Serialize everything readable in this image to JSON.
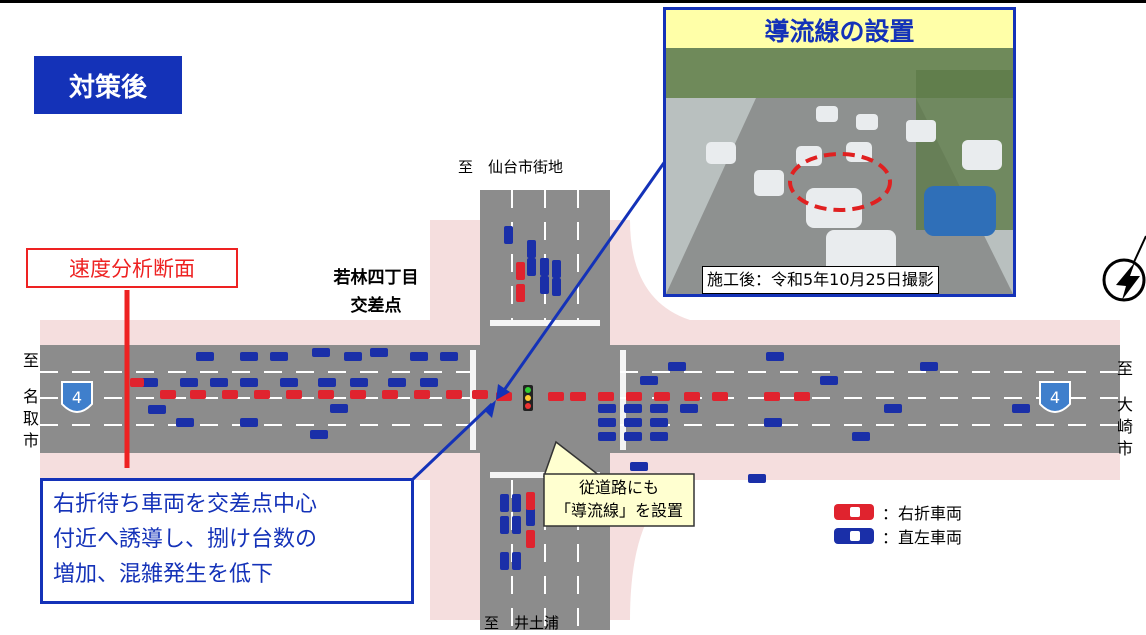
{
  "badge": "対策後",
  "directions": {
    "north": "至　仙台市街地",
    "south": "至　井土浦",
    "west": [
      "至",
      "名",
      "取",
      "市"
    ],
    "east": [
      "至",
      "大",
      "崎",
      "市"
    ]
  },
  "speed_section_label": "速度分析断面",
  "intersection": {
    "line1": "若林四丁目",
    "line2": "交差点"
  },
  "route_number": "4",
  "photo": {
    "title": "導流線の設置",
    "caption": "施工後：令和5年10月25日撮影"
  },
  "note": {
    "line1": "右折待ち車両を交差点中心",
    "line2": "付近へ誘導し、捌け台数の",
    "line3": "増加、混雑発生を低下"
  },
  "callout": {
    "line1": "従道路にも",
    "line2": "「導流線」を設置"
  },
  "legend": [
    {
      "label": "：右折車両",
      "color": "#e0232e"
    },
    {
      "label": "：直左車両",
      "color": "#1a2fa8"
    }
  ],
  "colors": {
    "accent": "#1432b8",
    "road": "#8c8c8c",
    "sidewalk": "#f4dcdc",
    "speed_line": "#ee2222"
  }
}
